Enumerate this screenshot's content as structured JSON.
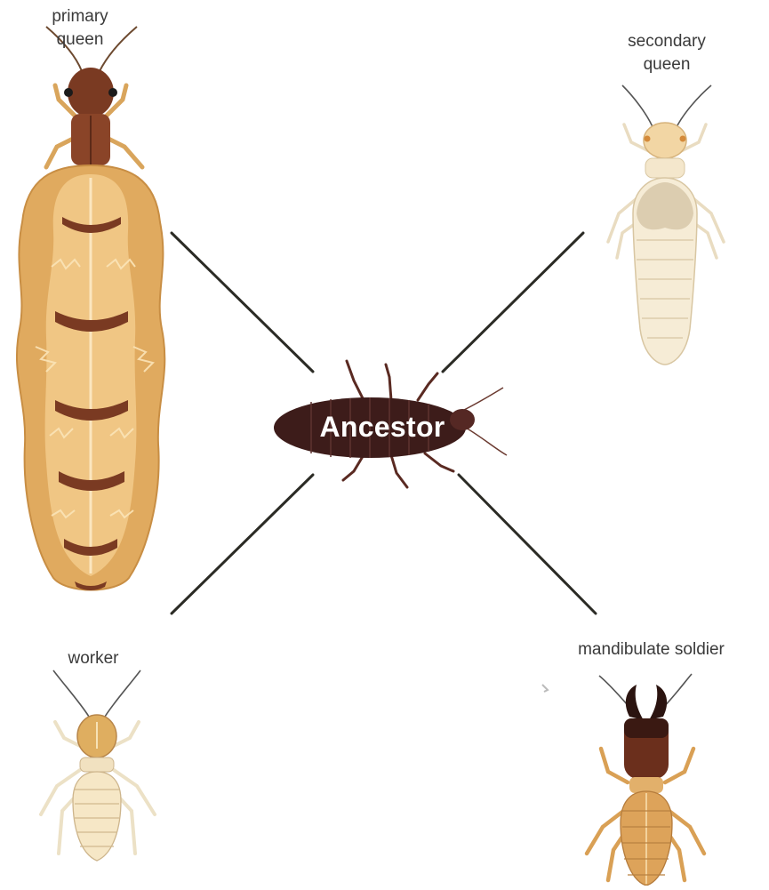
{
  "center": {
    "label": "Ancestor"
  },
  "castes": {
    "primary_queen": {
      "label_line1": "primary",
      "label_line2": "queen"
    },
    "secondary_queen": {
      "label_line1": "secondary",
      "label_line2": "queen"
    },
    "worker": {
      "label": "worker"
    },
    "soldier": {
      "label": "mandibulate soldier"
    }
  },
  "colors": {
    "line": "#2b2b25",
    "queen_body": "#d9a55c",
    "queen_band": "#7a3a22",
    "pale_body": "#f3e5c7",
    "soldier_head": "#6b2f1c",
    "ancestor_body": "#3a1a18"
  },
  "icons": [
    "primary-queen-icon",
    "secondary-queen-icon",
    "worker-icon",
    "soldier-icon",
    "ancestor-icon"
  ]
}
